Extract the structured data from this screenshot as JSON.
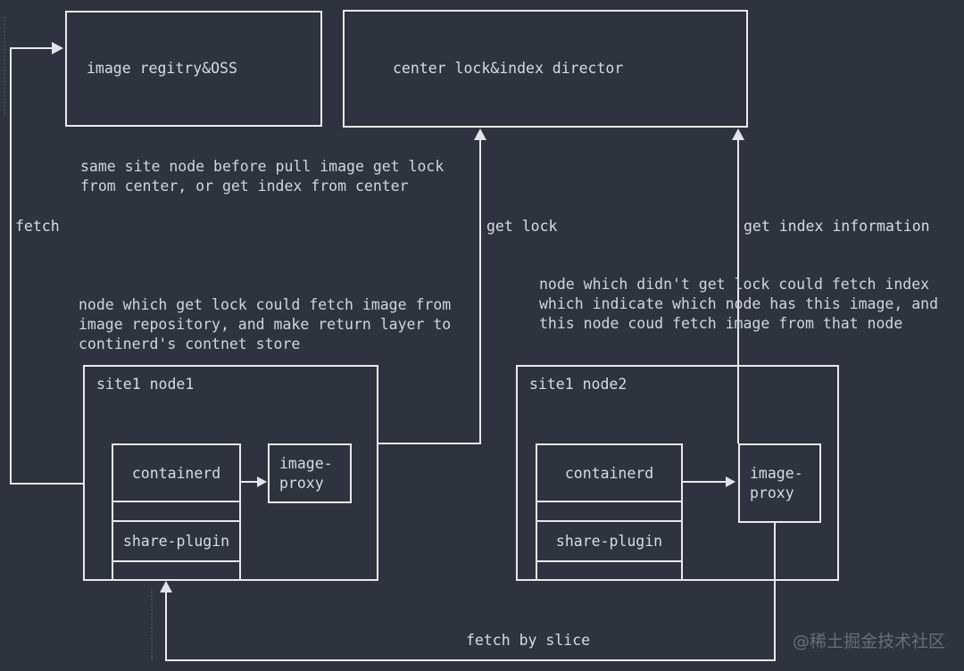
{
  "colors": {
    "background": "#2d3440",
    "line": "#e7ebf0",
    "text": "#d6dce5",
    "watermark": "#949ead"
  },
  "top_boxes": {
    "registry_label": "image regitry&OSS",
    "director_label": "center lock&index director"
  },
  "notes": {
    "same_site": "same site node before pull image get lock\nfrom center, or get index from center",
    "lock_node": "node which get lock could fetch image from\nimage repository, and make return layer to\ncontinerd's contnet store",
    "no_lock_node": "node which didn't get lock could fetch index\nwhich indicate which node has this image, and\nthis node coud fetch image from that node"
  },
  "edge_labels": {
    "fetch": "fetch",
    "get_lock": "get lock",
    "get_index": "get index information",
    "fetch_by_slice": "fetch by slice"
  },
  "node1": {
    "title": "site1 node1",
    "containerd": "containerd",
    "share_plugin": "share-plugin",
    "image_proxy": "image-\nproxy"
  },
  "node2": {
    "title": "site1 node2",
    "containerd": "containerd",
    "share_plugin": "share-plugin",
    "image_proxy": "image-\nproxy"
  },
  "watermark": "@稀土掘金技术社区"
}
